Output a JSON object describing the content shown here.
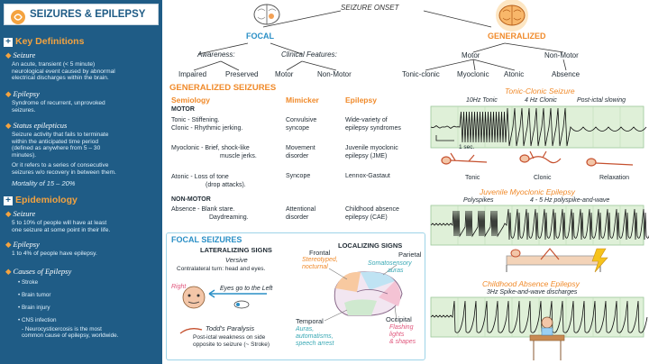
{
  "sidebar": {
    "title": "SEIZURES & EPILEPSY",
    "key_definitions": "Key Definitions",
    "seizure_term": "Seizure",
    "seizure_def": [
      "An acute, transient (< 5 minute)",
      "neurological event caused by abnormal",
      "electrical discharges within the brain."
    ],
    "epilepsy_term": "Epilepsy",
    "epilepsy_def": [
      "Syndrome of recurrent, unprovoked",
      "seizures."
    ],
    "status_term": "Status epilepticus",
    "status_def": [
      "Seizure activity that fails to terminate",
      "within the anticipated time period",
      "(defined as anywhere from 5 – 30",
      "minutes)."
    ],
    "status_def2": [
      "Or it refers to a series of consecutive",
      "seizures w/o recovery in between them."
    ],
    "mortality": "Mortality of 15 – 20%",
    "epidemiology": "Epidemiology",
    "seizure_epi": [
      "5 to 10% of people will have at least",
      "one seizure at some point in their life."
    ],
    "epilepsy_epi": "1 to 4% of people have epilepsy.",
    "causes_term": "Causes of Epilepsy",
    "causes": [
      "Stroke",
      "Brain tumor",
      "Brain injury",
      "CNS infection"
    ],
    "cause_note": [
      "- Neurocysticercosis is the most",
      "common cause of epilepsy, worldwide."
    ]
  },
  "tree": {
    "root": "SEIZURE ONSET",
    "focal": "FOCAL",
    "generalized": "GENERALIZED",
    "awareness": "Awareness:",
    "clinical": "Clinical Features:",
    "impaired": "Impaired",
    "preserved": "Preserved",
    "motor": "Motor",
    "non_motor": "Non-Motor",
    "g_motor": "Motor",
    "g_non_motor": "Non-Motor",
    "tonic_clonic": "Tonic-clonic",
    "myoclonic": "Myoclonic",
    "atonic": "Atonic",
    "absence": "Absence"
  },
  "generalized": {
    "header": "GENERALIZED SEIZURES",
    "col_semiology": "Semiology",
    "col_mimicker": "Mimicker",
    "col_epilepsy": "Epilepsy",
    "motor": "MOTOR",
    "rows": [
      {
        "semiology": [
          "Tonic - Stiffening.",
          "Clonic - Rhythmic jerking."
        ],
        "mimicker": [
          "Convulsive",
          "syncope"
        ],
        "epilepsy": [
          "Wide-variety of",
          "epilepsy syndromes"
        ]
      },
      {
        "semiology": [
          "Myoclonic - Brief, shock-like",
          "muscle jerks."
        ],
        "mimicker": [
          "Movement",
          "disorder"
        ],
        "epilepsy": [
          "Juvenile myoclonic",
          "epilepsy (JME)"
        ]
      },
      {
        "semiology": [
          "Atonic - Loss of tone",
          "(drop attacks)."
        ],
        "mimicker": [
          "Syncope"
        ],
        "epilepsy": [
          "Lennox-Gastaut"
        ]
      },
      {
        "semiology": [
          "Absence - Blank stare.",
          "Daydreaming."
        ],
        "mimicker": [
          "Attentional",
          "disorder"
        ],
        "epilepsy": [
          "Childhood absence",
          "epilepsy (CAE)"
        ]
      }
    ],
    "non_motor": "NON-MOTOR"
  },
  "eeg": {
    "tonic_clonic_title": "Tonic-Clonic Seizure",
    "tc_labels": [
      "10Hz Tonic",
      "4 Hz Clonic",
      "Post-ictal slowing"
    ],
    "one_sec": "1 sec.",
    "phases": [
      "Tonic",
      "Clonic",
      "Relaxation"
    ],
    "jme_title": "Juvenile Myoclonic Epilepsy",
    "jme_labels": [
      "Polyspikes",
      "4 - 5 Hz polyspike-and-wave"
    ],
    "cae_title": "Childhood Absence Epilepsy",
    "cae_label": "3Hz Spike-and-wave discharges"
  },
  "focal": {
    "header": "FOCAL SEIZURES",
    "lateralizing": "LATERALIZING SIGNS",
    "versive": "Versive",
    "versive_text": "Contralateral turn: head and eyes.",
    "right": "Right",
    "eyes_left": "Eyes go to the Left",
    "todd": "Todd's Paralysis",
    "todd_text": [
      "Post-ictal weakness on side",
      "opposite to seizure (~ Stroke)"
    ],
    "localizing": "LOCALIZING SIGNS",
    "frontal": "Frontal",
    "frontal_text": [
      "Stereotyped,",
      "nocturnal"
    ],
    "parietal": "Parietal",
    "parietal_text": [
      "Somatosensory",
      "auras"
    ],
    "temporal": "Temporal",
    "temporal_text": [
      "Auras,",
      "automatisms,",
      "speech arrest"
    ],
    "occipital": "Occipital",
    "occipital_text": [
      "Flashing",
      "lights",
      "& shapes"
    ]
  },
  "colors": {
    "sidebar": "#1f5c86",
    "accent": "#f4a340",
    "focal": "#2a8fc6",
    "eeg_panel": "#dff0d8",
    "eeg_trace": "#111111"
  }
}
